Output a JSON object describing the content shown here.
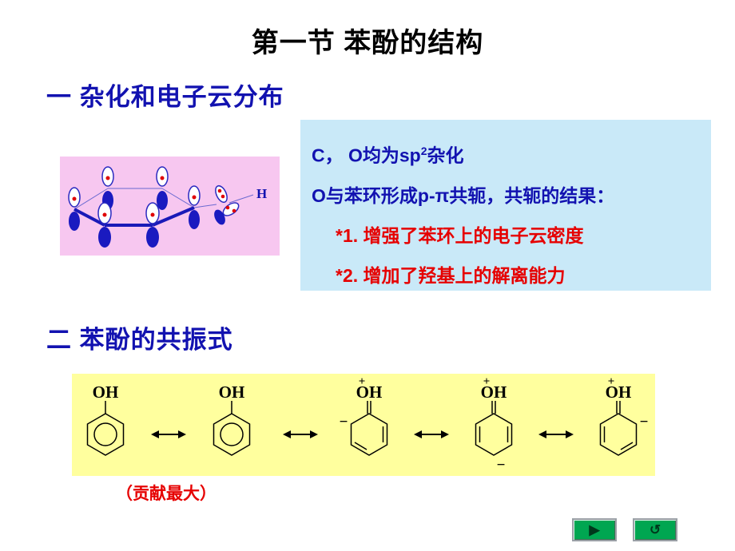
{
  "title": "第一节  苯酚的结构",
  "sections": {
    "one": {
      "heading": "一  杂化和电子云分布",
      "diagram": {
        "h_label": "H"
      },
      "infobox": {
        "line1_pre": "C， O均为sp",
        "line1_sup": "2",
        "line1_post": "杂化",
        "line2": "O与苯环形成p-π共轭，共轭的结果：",
        "point1": "*1. 增强了苯环上的电子云密度",
        "point2": "*2. 增加了羟基上的解离能力"
      }
    },
    "two": {
      "heading": "二  苯酚的共振式",
      "resonance": {
        "oh": "OH",
        "plus": "+",
        "minus": "−",
        "note": "（贡献最大）"
      }
    }
  },
  "nav": {
    "forward": "▶",
    "back": "↺"
  },
  "colors": {
    "heading_blue": "#1212b0",
    "accent_red": "#e60000",
    "infobox_bg": "#c9e9f8",
    "orbital_bg": "#f7c7f0",
    "resonance_bg": "#ffff9e",
    "button_green": "#00a651"
  }
}
